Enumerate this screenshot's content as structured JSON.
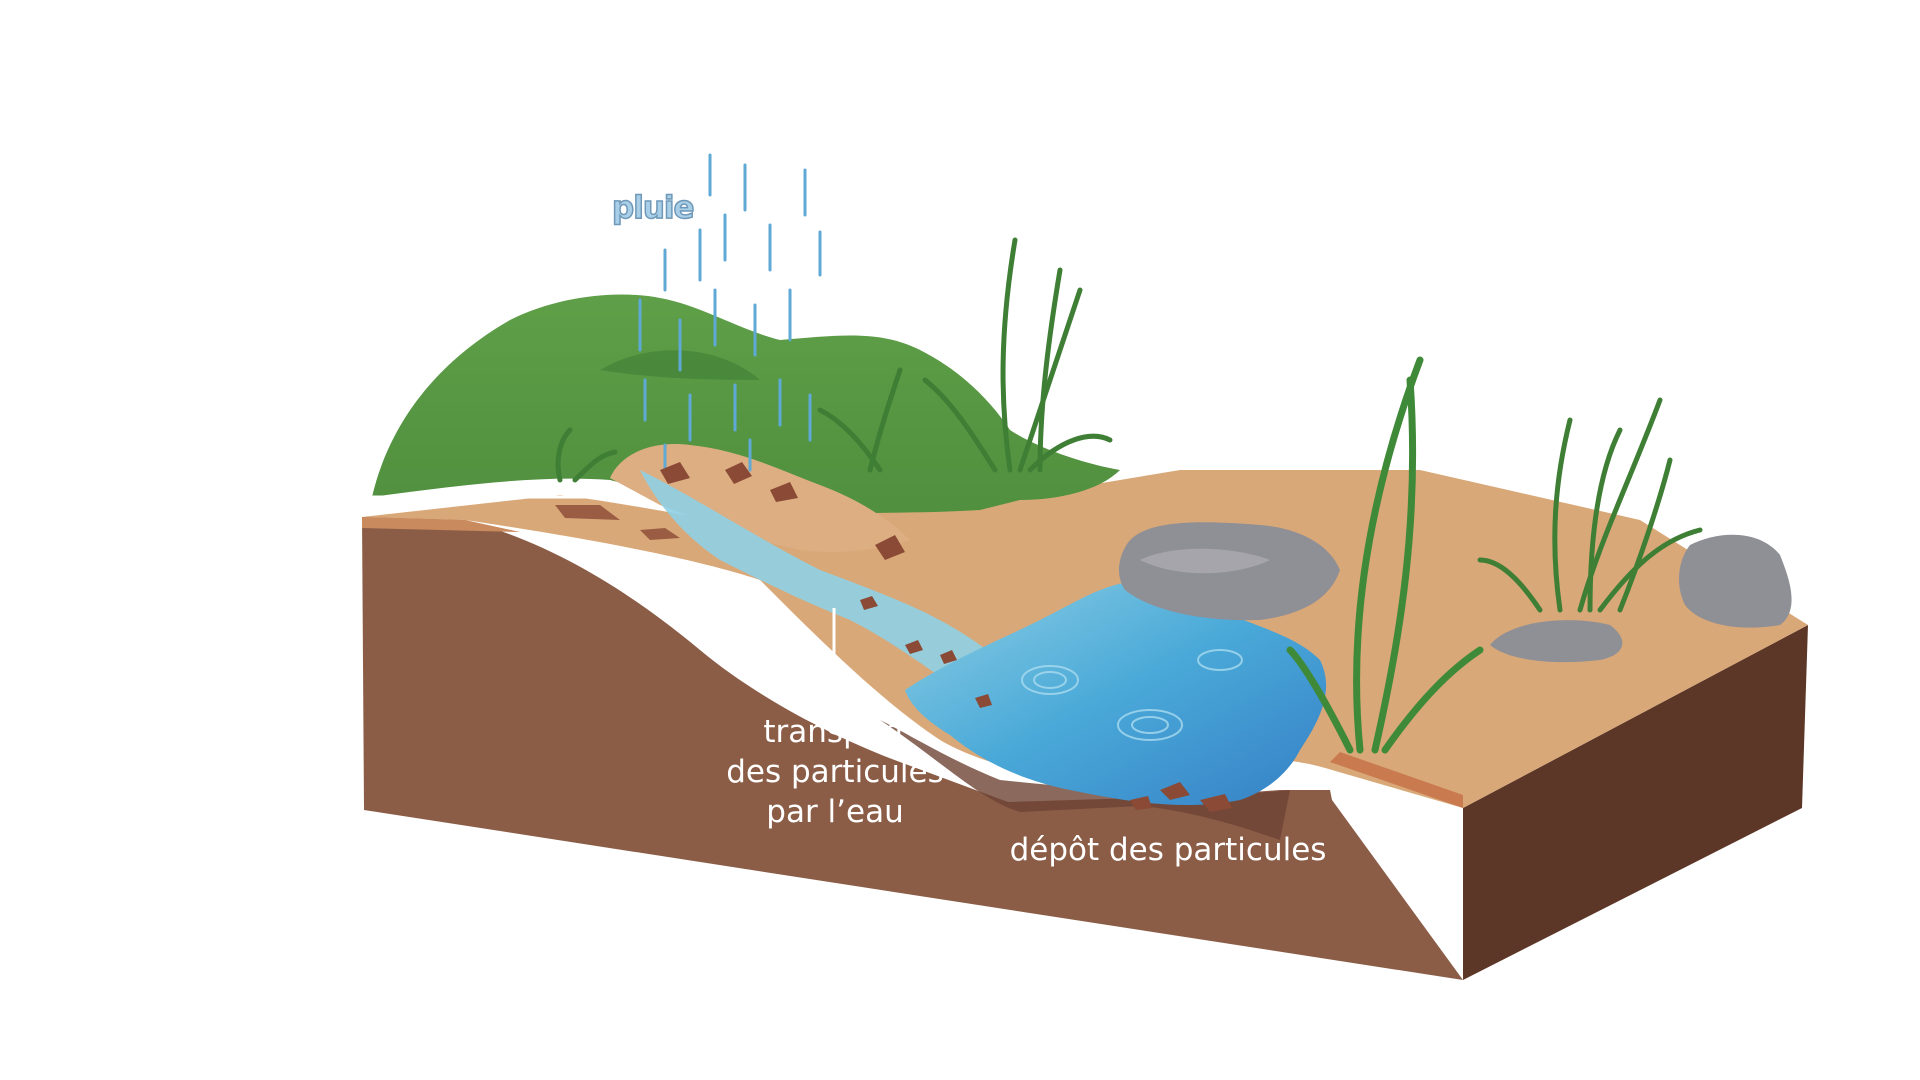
{
  "labels": {
    "rain": "pluie",
    "transport": [
      "transport",
      "des particules",
      "par l’eau"
    ],
    "deposit": "dépôt des particules"
  },
  "colors": {
    "soil_front": "#8b5d47",
    "soil_side": "#5c3626",
    "sand": "#d9a878",
    "grass": "#5a9a46",
    "grass_dark": "#3f7f35",
    "water_light": "#7fc6de",
    "water": "#4aa9d8",
    "water_deep": "#3a86c8",
    "rock": "#8f8f96",
    "rain": "#5fa9d6",
    "particles": "#8a4a36"
  }
}
